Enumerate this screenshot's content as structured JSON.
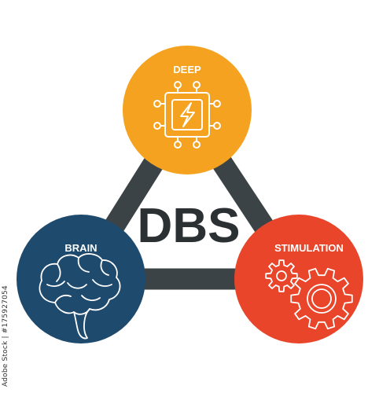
{
  "diagram": {
    "title": "DBS",
    "nodes": {
      "deep": {
        "label": "DEEP",
        "color": "#f4a21f",
        "icon": "microchip-lightning-icon"
      },
      "brain": {
        "label": "BRAIN",
        "color": "#1e4a6e",
        "icon": "brain-icon"
      },
      "stimulation": {
        "label": "STIMULATION",
        "color": "#e8452a",
        "icon": "gears-icon"
      }
    },
    "connector_color": "#3c4346",
    "text_color": "#2b3033"
  },
  "stock_id": "Adobe Stock | #175927054"
}
